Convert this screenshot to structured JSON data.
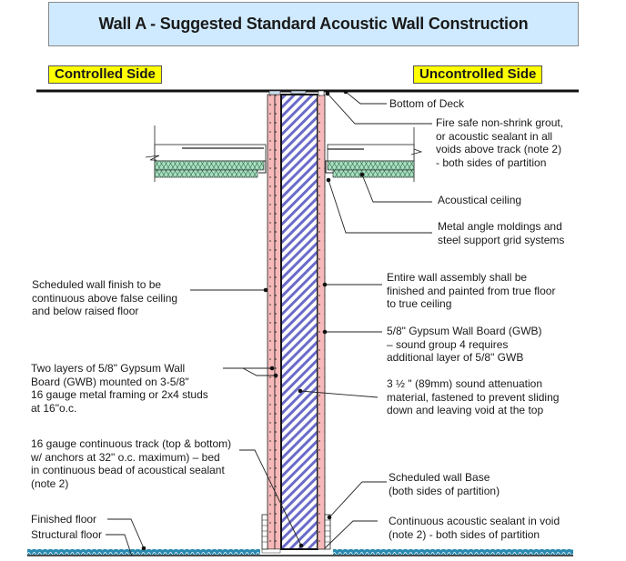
{
  "title": "Wall A - Suggested Standard Acoustic Wall Construction",
  "sides": {
    "controlled": "Controlled Side",
    "uncontrolled": "Uncontrolled Side"
  },
  "annotations": {
    "right": [
      {
        "id": "bottom-of-deck",
        "text": "Bottom of Deck"
      },
      {
        "id": "fire-safe-grout",
        "text": "Fire safe non-shrink grout,\nor acoustic sealant in all\nvoids above track (note 2)\n- both sides of partition"
      },
      {
        "id": "acoustical-ceiling",
        "text": "Acoustical ceiling"
      },
      {
        "id": "metal-angle-moldings",
        "text": "Metal angle moldings and\nsteel support grid systems"
      },
      {
        "id": "entire-wall-assembly",
        "text": "Entire wall assembly shall be\nfinished and painted from true floor\nto true ceiling"
      },
      {
        "id": "gypsum-wall-board",
        "text": "5/8\" Gypsum Wall Board (GWB)\n– sound group 4 requires\nadditional layer of 5/8\" GWB"
      },
      {
        "id": "sound-attenuation",
        "text": "3 ½ \" (89mm) sound attenuation\nmaterial, fastened to prevent sliding\ndown and leaving void at the top"
      },
      {
        "id": "scheduled-wall-base",
        "text": "Scheduled wall Base\n(both sides of partition)"
      },
      {
        "id": "continuous-sealant",
        "text": "Continuous acoustic sealant in void\n(note 2) - both sides of partition"
      }
    ],
    "left": [
      {
        "id": "scheduled-wall-finish",
        "text": "Scheduled wall finish to be\ncontinuous above false ceiling\nand below raised floor"
      },
      {
        "id": "two-layers-gwb",
        "text": "Two layers of 5/8\" Gypsum Wall\nBoard (GWB) mounted on 3-5/8\"\n16 gauge metal framing or 2x4 studs\nat 16\"o.c."
      },
      {
        "id": "continuous-track",
        "text": "16 gauge continuous track (top & bottom)\nw/ anchors at 32\" o.c. maximum) – bed\nin continuous bead of acoustical sealant\n(note 2)"
      },
      {
        "id": "finished-floor",
        "text": "Finished floor"
      },
      {
        "id": "structural-floor",
        "text": "Structural floor"
      }
    ]
  },
  "colors": {
    "title_bg": "#cfeaff",
    "side_tag_bg": "#ffff00",
    "gwb_fill": "#f6b8b8",
    "insulation_hatch": "#6b6bc9",
    "ceiling_fill": "#a8e0c0",
    "floor_fill": "#2a8ab0"
  }
}
